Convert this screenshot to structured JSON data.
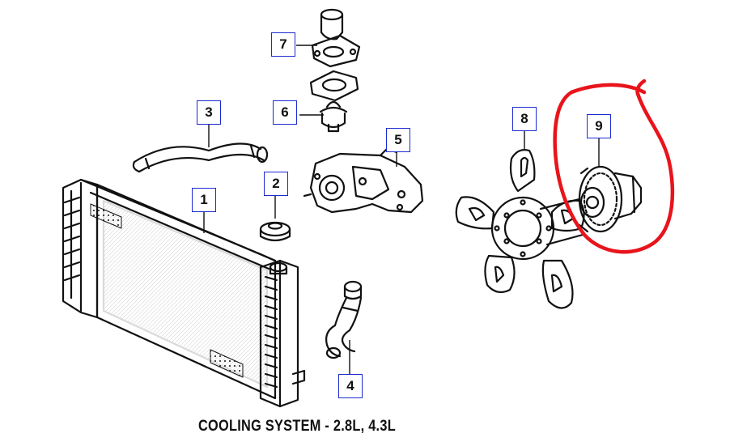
{
  "diagram": {
    "caption": "COOLING SYSTEM - 2.8L, 4.3L",
    "callouts": {
      "c1": "1",
      "c2": "2",
      "c3": "3",
      "c4": "4",
      "c5": "5",
      "c6": "6",
      "c7": "7",
      "c8": "8",
      "c9": "9"
    },
    "colors": {
      "line_art": "#111111",
      "callout_border": "#1c2bd0",
      "highlight": "#e8141c"
    }
  }
}
